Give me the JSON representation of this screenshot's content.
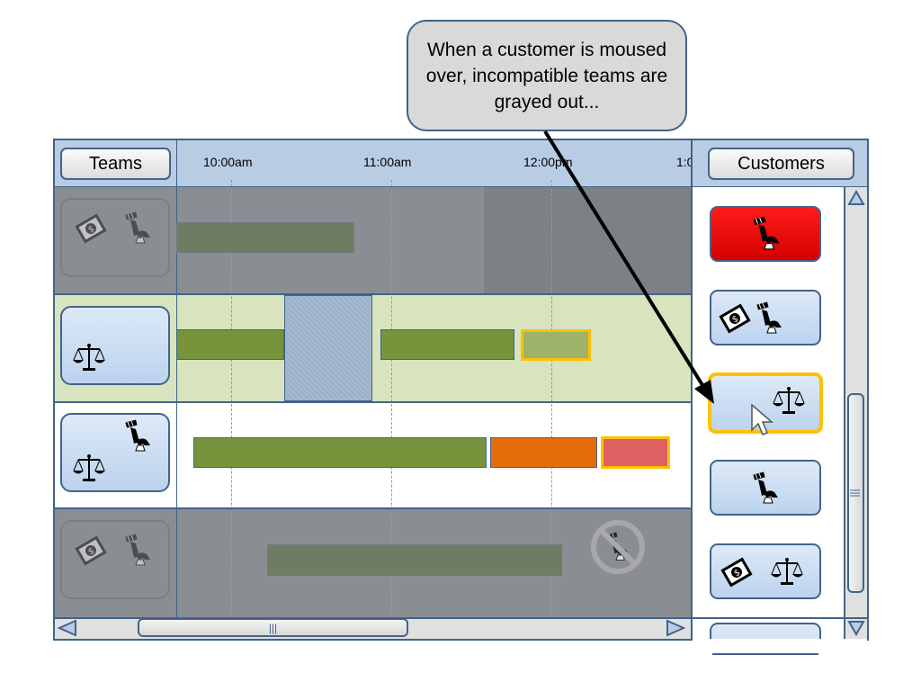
{
  "callout": {
    "text": "When a customer is moused over, incompatible teams are grayed out..."
  },
  "header": {
    "teams_label": "Teams",
    "customers_label": "Customers",
    "times": [
      "10:00am",
      "11:00am",
      "12:00pm",
      "1:0"
    ]
  },
  "icons": {
    "money": "money-icon",
    "robot": "robot-arm-icon",
    "scales": "scales-icon",
    "no_robot": "no-robot-icon"
  },
  "colors": {
    "frame": "#41648a",
    "header": "#b8cce4",
    "highlight": "#ffc000",
    "red": "#ff0000",
    "gray_overlay": "#8a8e93",
    "compatible_row": "#d7e4bd"
  },
  "teams": [
    {
      "icons": [
        "money",
        "robot"
      ],
      "state": "grayed-out"
    },
    {
      "icons": [
        "scales"
      ],
      "state": "compatible"
    },
    {
      "icons": [
        "scales",
        "robot"
      ],
      "state": "normal"
    },
    {
      "icons": [
        "money",
        "robot"
      ],
      "state": "grayed-out"
    }
  ],
  "customers": [
    {
      "icons": [
        "robot"
      ],
      "state": "red"
    },
    {
      "icons": [
        "money",
        "robot"
      ],
      "state": "normal"
    },
    {
      "icons": [
        "scales"
      ],
      "state": "hovered"
    },
    {
      "icons": [
        "robot"
      ],
      "state": "normal"
    },
    {
      "icons": [
        "money",
        "scales"
      ],
      "state": "normal"
    }
  ],
  "scrollbar": {
    "grip": "|||"
  }
}
